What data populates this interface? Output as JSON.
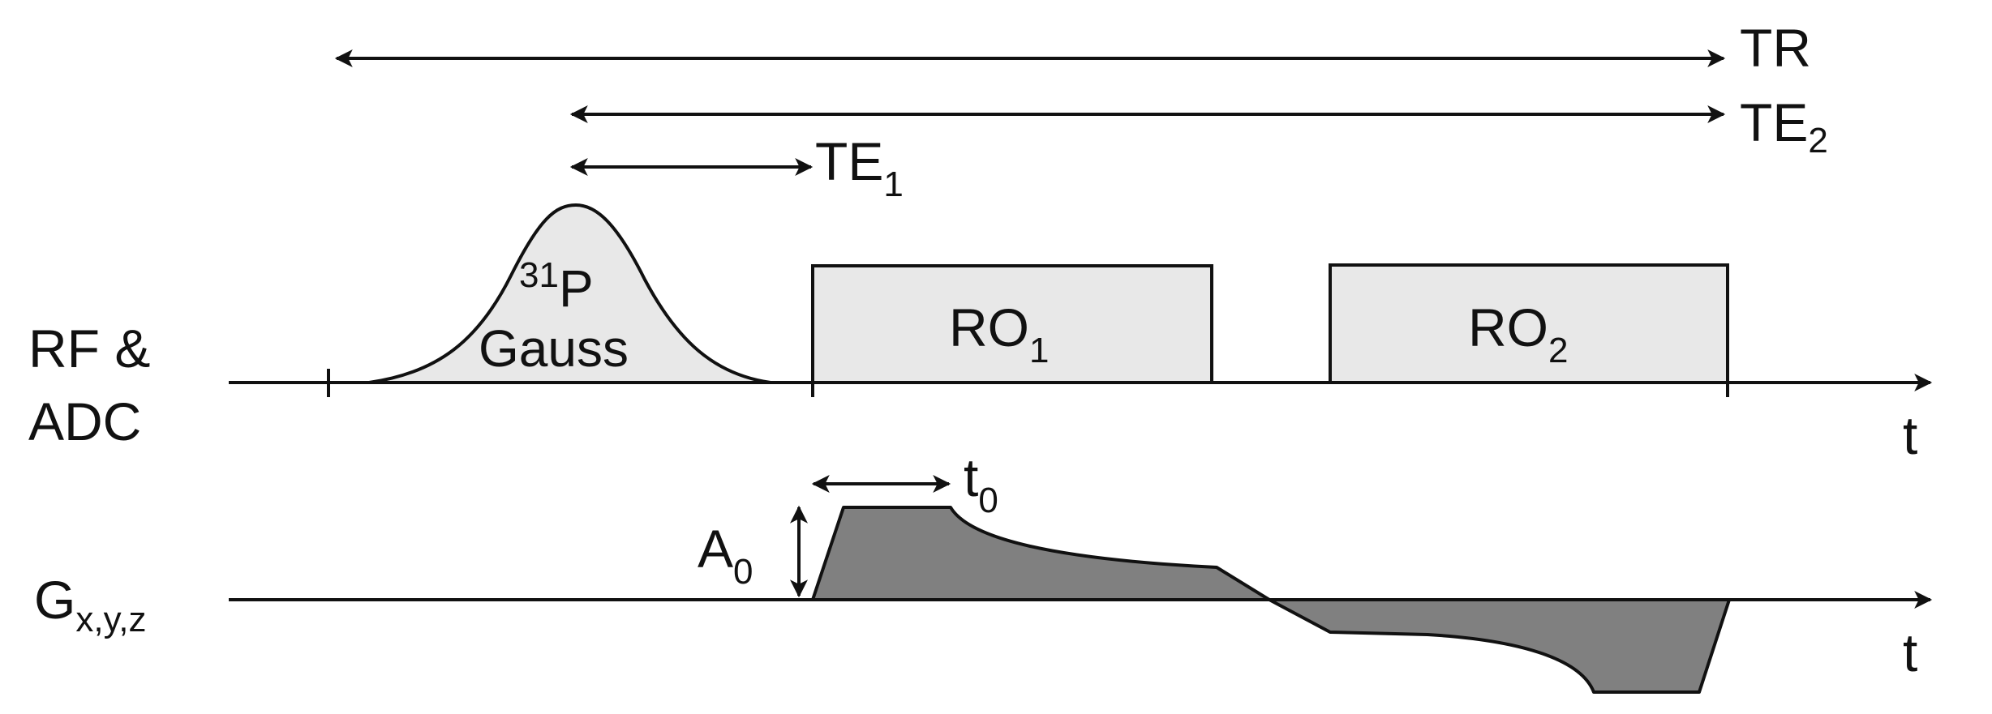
{
  "timing": {
    "tr": {
      "base": "TR",
      "sub": ""
    },
    "te2": {
      "base": "TE",
      "sub": "2"
    },
    "te1": {
      "base": "TE",
      "sub": "1"
    }
  },
  "rf_adc": {
    "row_label_line1": "RF &",
    "row_label_line2": "ADC",
    "pulse_sup": "31",
    "pulse_base": "P",
    "pulse_line2": "Gauss",
    "ro1": {
      "base": "RO",
      "sub": "1"
    },
    "ro2": {
      "base": "RO",
      "sub": "2"
    },
    "axis_label": "t"
  },
  "gradient": {
    "row_label_base": "G",
    "row_label_sub": "x,y,z",
    "amplitude": {
      "base": "A",
      "sub": "0"
    },
    "duration": {
      "base": "t",
      "sub": "0"
    },
    "axis_label": "t"
  },
  "colors": {
    "line": "#111111",
    "block_fill": "#e8e8e8",
    "gradient_fill": "#808080"
  }
}
